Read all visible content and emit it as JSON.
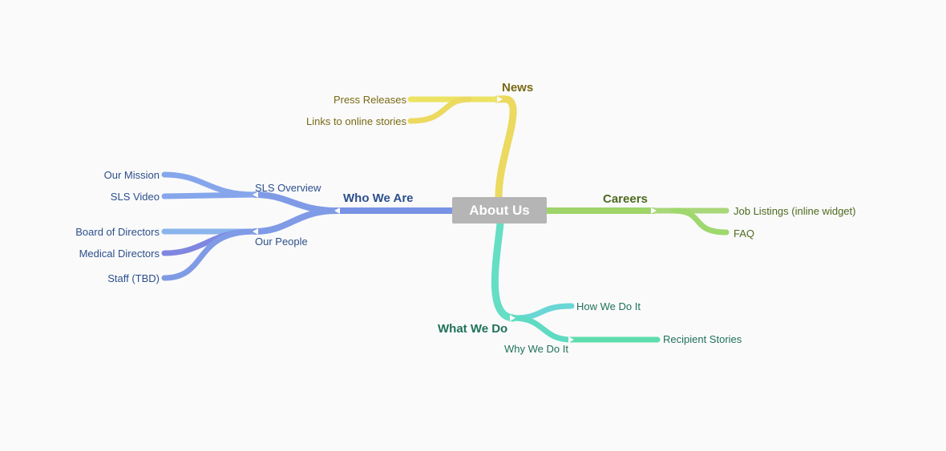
{
  "root": {
    "label": "About Us"
  },
  "branches": {
    "news": {
      "label": "News",
      "color": "#e8d85a",
      "children": [
        "Press Releases",
        "Links to online stories"
      ]
    },
    "who_we_are": {
      "label": "Who We Are",
      "color": "#7f9be6",
      "sls_overview": {
        "label": "SLS Overview",
        "children": [
          "Our Mission",
          "SLS Video"
        ]
      },
      "our_people": {
        "label": "Our People",
        "children": [
          "Board of Directors",
          "Medical Directors",
          "Staff (TBD)"
        ]
      }
    },
    "careers": {
      "label": "Careers",
      "color": "#9fd46a",
      "children": [
        "Job Listings (inline widget)",
        "FAQ"
      ]
    },
    "what_we_do": {
      "label": "What We Do",
      "color": "#5edbc2",
      "how": {
        "label": "How We Do It"
      },
      "why": {
        "label": "Why We Do It",
        "children": [
          "Recipient Stories"
        ]
      }
    }
  }
}
